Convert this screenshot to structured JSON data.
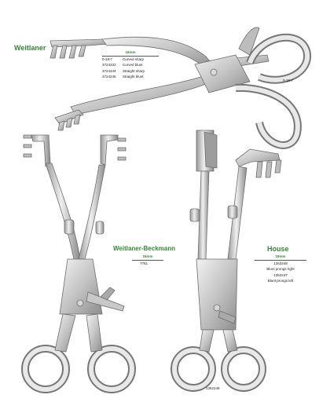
{
  "weitlaner": {
    "title": "Weitlaner",
    "size": "16mm",
    "rows": [
      {
        "code": "0-18-7",
        "desc": "Curved sharp"
      },
      {
        "code": "3724333",
        "desc": "Curved blunt"
      },
      {
        "code": "3724344",
        "desc": "Straight sharp"
      },
      {
        "code": "3724245",
        "desc": "Straight blunt"
      }
    ],
    "callout_code": "0-18-7"
  },
  "beckmann": {
    "title": "Weitlaner-Beckmann",
    "size": "16mm",
    "code": "7781"
  },
  "house": {
    "title": "House",
    "size": "16mm",
    "rows": [
      {
        "code": "1352248",
        "desc": ""
      },
      {
        "code": "",
        "desc": "Blunt prongs right"
      },
      {
        "code": "1352247",
        "desc": ""
      },
      {
        "code": "",
        "desc": "Blunt prongs left"
      }
    ],
    "callout_code": "1352248"
  },
  "colors": {
    "title_green": "#2e8b2e",
    "steel_light": "#e2e2e2",
    "steel_mid": "#b9b9b9",
    "steel_dark": "#7c7c7c"
  }
}
